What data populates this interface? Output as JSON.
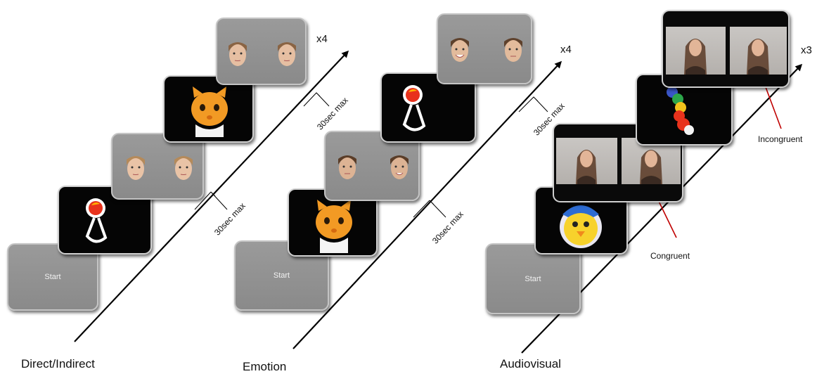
{
  "blocks": [
    {
      "label": "Direct/Indirect",
      "repeat": "x4",
      "start": "Start",
      "durations": [
        "30sec max",
        "30sec max"
      ]
    },
    {
      "label": "Emotion",
      "repeat": "x4",
      "start": "Start",
      "durations": [
        "30sec max",
        "30sec max"
      ]
    },
    {
      "label": "Audiovisual",
      "repeat": "x3",
      "start": "Start"
    }
  ],
  "annotations": {
    "congruent": "Congruent",
    "incongruent": "Incongruent"
  },
  "colors": {
    "arrow": "#000000",
    "annotation_line": "#c00000",
    "card_gray": "#8f8f8f",
    "card_black": "#050505"
  }
}
